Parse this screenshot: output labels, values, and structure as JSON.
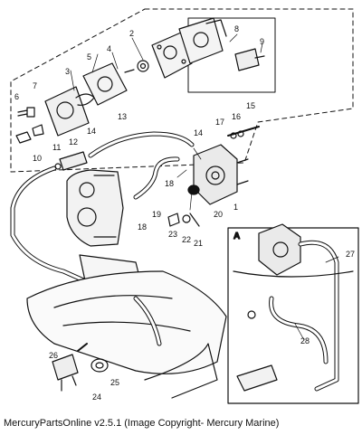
{
  "caption": "MercuryPartsOnline v2.5.1 (Image Copyright- Mercury Marine)",
  "inset_label": "A",
  "callouts": [
    "1",
    "2",
    "3",
    "4",
    "5",
    "6",
    "7",
    "8",
    "9",
    "10",
    "11",
    "12",
    "13",
    "14",
    "14",
    "15",
    "16",
    "17",
    "18",
    "18",
    "19",
    "20",
    "21",
    "22",
    "23",
    "24",
    "25",
    "26",
    "27",
    "28"
  ]
}
